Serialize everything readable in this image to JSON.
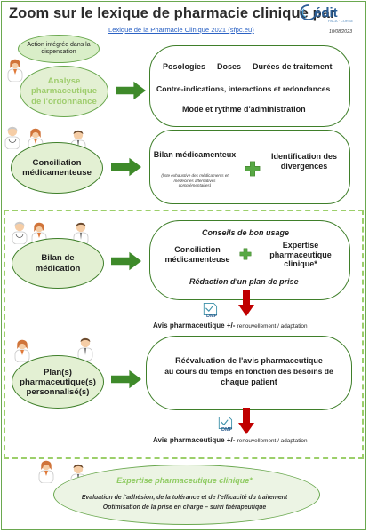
{
  "header": {
    "title": "Zoom sur le lexique de pharmacie clinique par",
    "logo_text": "édit",
    "logo_sub": "PACA · CORSE",
    "subtitle": "Lexique de la Pharmacie Clinique 2021 (sfpc.eu)",
    "date": "10/08/2023"
  },
  "section1": {
    "tag": "Action intégrée dans la dispensation",
    "bubble": "Analyse pharmaceutique de l'ordonnance",
    "items": [
      "Posologies",
      "Doses",
      "Durées de traitement",
      "Contre-indications, interactions et redondances",
      "Mode et rythme d'administration"
    ]
  },
  "section2": {
    "bubble": "Conciliation médicamenteuse",
    "bilan": "Bilan médicamenteux",
    "bilan_note": "(liste exhaustive des médicaments et médecines alternatives complémentaires)",
    "plus": "+",
    "divergences": "Identification des divergences"
  },
  "section3": {
    "bubble": "Bilan de médication",
    "conseils": "Conseils de bon usage",
    "conciliation": "Conciliation médicamenteuse",
    "plus": "+",
    "expertise": "Expertise pharmaceutique clinique*",
    "redaction": "Rédaction d'un plan de prise",
    "dmp": "DMP",
    "avis": "Avis pharmaceutique +/-",
    "avis_suffix": "renouvellement / adaptation"
  },
  "section4": {
    "bubble_plan": "Plan(s)",
    "bubble_pharma": "pharmaceutique(s)",
    "bubble_perso": "personnalisé(s)",
    "reeval_l1": "Réévaluation de l'avis pharmaceutique",
    "reeval_l2": "au cours du temps en fonction des besoins de",
    "reeval_l3": "chaque patient",
    "dmp": "DMP",
    "avis": "Avis pharmaceutique +/-",
    "avis_suffix": "renouvellement / adaptation"
  },
  "footer": {
    "expertise": "Expertise pharmaceutique clinique*",
    "line1": "Evaluation de l'adhésion, de la tolérance et de l'efficacité du traitement",
    "line2": "Optimisation de la prise en charge – suivi thérapeutique"
  },
  "colors": {
    "green_dark": "#3f7f2a",
    "green_arrow": "#3e8a2a",
    "green_light": "#e3f0d3",
    "red_arrow": "#c00000",
    "link_blue": "#2b62c4",
    "dashed_green": "#9ccf6a",
    "expertise_text": "#4f9a2a"
  }
}
